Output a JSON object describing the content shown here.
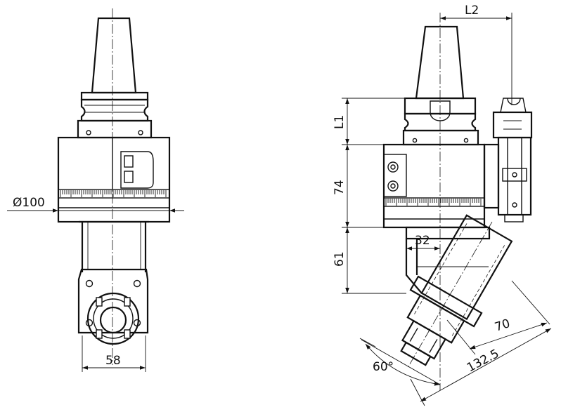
{
  "dimensions": {
    "diameter": "Ø100",
    "width_front": "58",
    "L2": "L2",
    "L1": "L1",
    "height_body": "74",
    "height_lower": "61",
    "offset": "32",
    "length_70": "70",
    "length_132": "132.5",
    "angle": "60°"
  }
}
